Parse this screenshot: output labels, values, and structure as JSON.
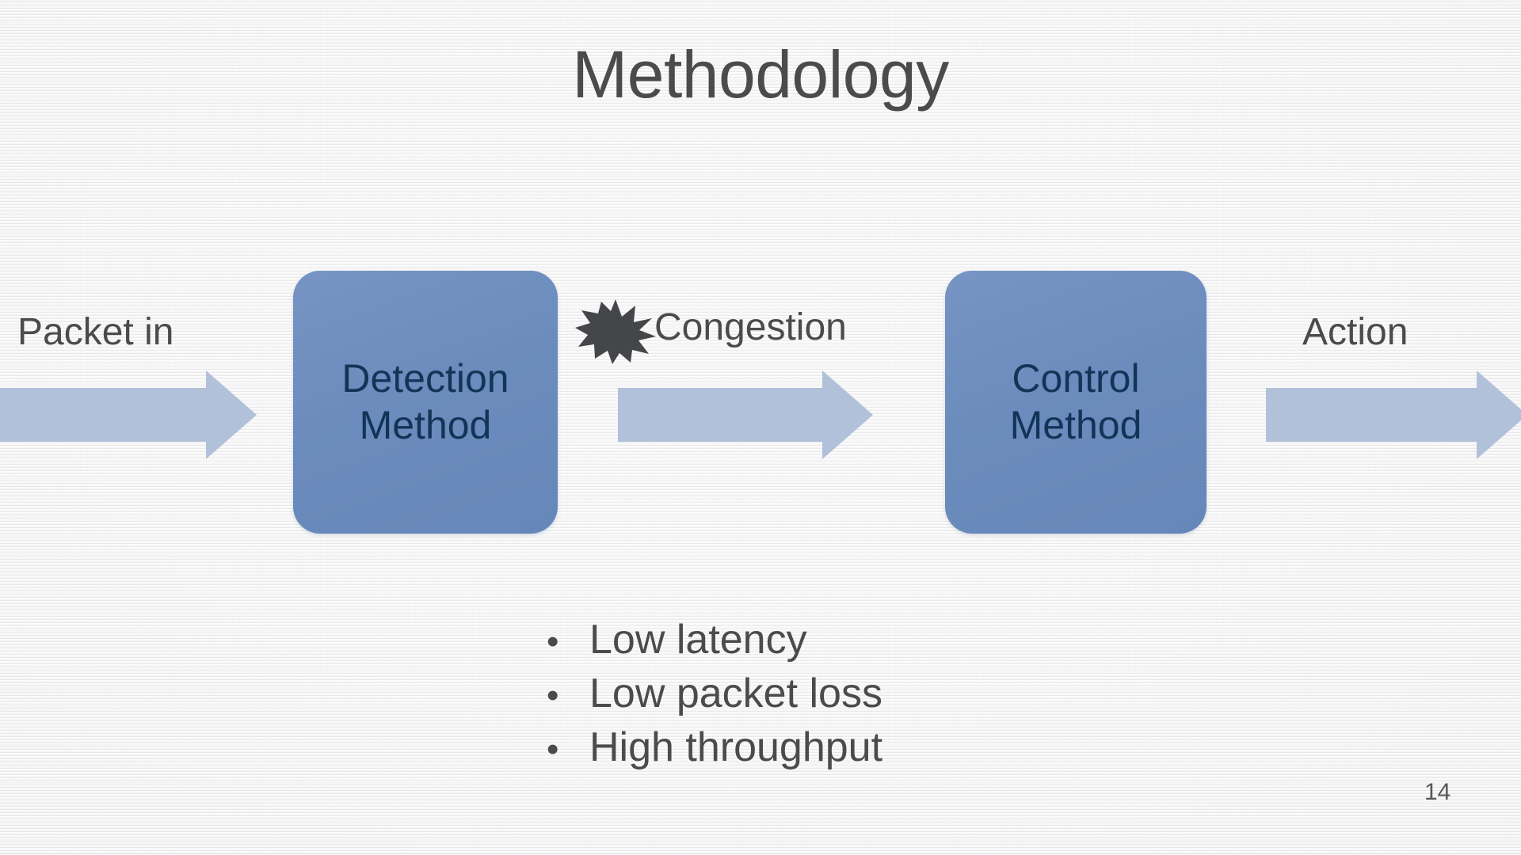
{
  "slide": {
    "title": "Methodology",
    "page_number": "14",
    "background_color": "#f1f1f1",
    "title_color": "#4b4b4b",
    "box_fill_color": "#6b8cbd",
    "box_text_color": "#123557",
    "arrow_color": "#b2c1da",
    "starburst_color": "#45464a",
    "body_text_color": "#4b4b4b"
  },
  "flow": {
    "input_label": "Packet in",
    "output_label": "Action",
    "middle_label": "Congestion",
    "boxes": [
      {
        "id": "detection",
        "label": "Detection\nMethod"
      },
      {
        "id": "control",
        "label": "Control\nMethod"
      }
    ],
    "arrows": [
      {
        "id": "arrow-in",
        "label": "Packet in"
      },
      {
        "id": "arrow-middle",
        "label": "Congestion"
      },
      {
        "id": "arrow-out",
        "label": "Action"
      }
    ]
  },
  "goals": {
    "bullet_glyph": "•",
    "items": [
      {
        "text": "Low latency"
      },
      {
        "text": "Low packet loss"
      },
      {
        "text": "High throughput"
      }
    ]
  },
  "icons": {
    "starburst": "explosion-starburst-icon"
  }
}
